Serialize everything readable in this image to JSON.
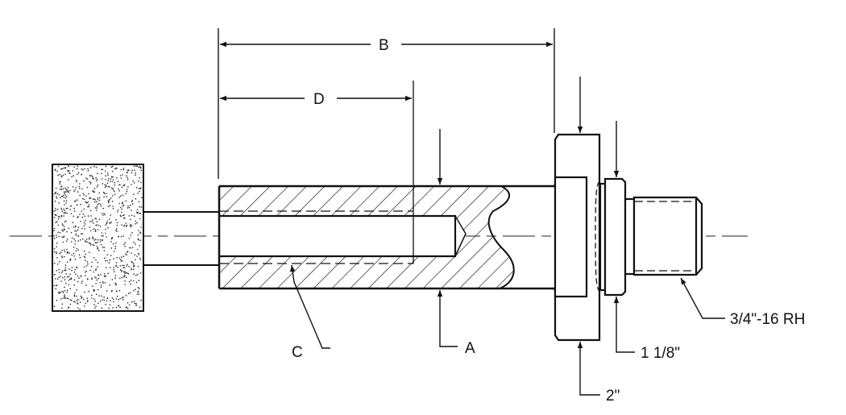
{
  "diagram": {
    "title": "Grinding wheel arbor cross-section",
    "labels": {
      "B": "B",
      "D": "D",
      "A": "A",
      "C": "C",
      "flange": "2\"",
      "collar": "1 1/8\"",
      "thread": "3/4\"-16 RH"
    },
    "colors": {
      "ink": "#111111",
      "paper": "#ffffff"
    }
  }
}
